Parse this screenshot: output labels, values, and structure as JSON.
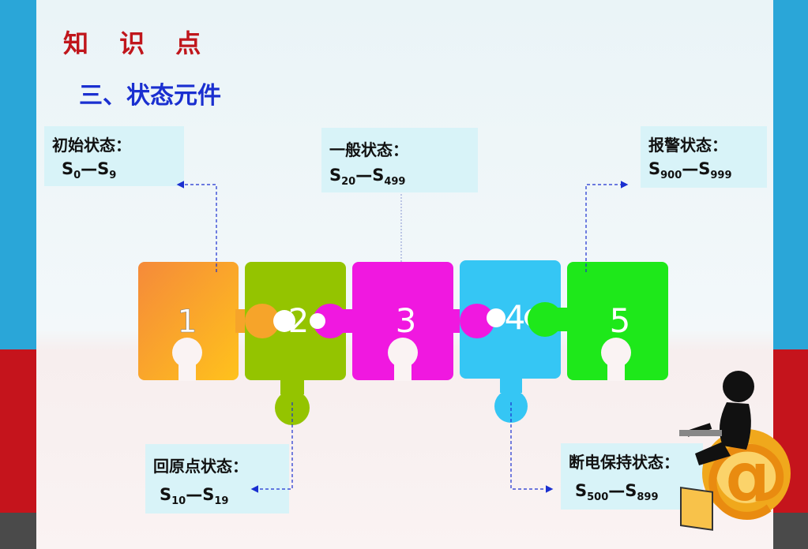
{
  "slide": {
    "title": "知 识 点",
    "subtitle": "三、状态元件"
  },
  "pieces": [
    {
      "number": "1",
      "color": "#f6a42a"
    },
    {
      "number": "2",
      "color": "#94c400"
    },
    {
      "number": "3",
      "color": "#f018e0"
    },
    {
      "number": "4",
      "color": "#35c6f4"
    },
    {
      "number": "5",
      "color": "#1ee81a"
    }
  ],
  "states": {
    "initial": {
      "label": "初始状态：",
      "from_base": "S",
      "from_sub": "0",
      "dash": "—",
      "to_base": "S",
      "to_sub": "9"
    },
    "general": {
      "label": "一般状态：",
      "from_base": "S",
      "from_sub": "20",
      "dash": "—",
      "to_base": "S",
      "to_sub": "499"
    },
    "alarm": {
      "label": "报警状态：",
      "from_base": "S",
      "from_sub": "900",
      "dash": "—",
      "to_base": "S",
      "to_sub": "999"
    },
    "return": {
      "label": "回原点状态：",
      "from_base": "S",
      "from_sub": "10",
      "dash": "—",
      "to_base": "S",
      "to_sub": "19"
    },
    "retentive": {
      "label": "断电保持状态：",
      "from_base": "S",
      "from_sub": "500",
      "dash": "—",
      "to_base": "S",
      "to_sub": "899"
    }
  }
}
